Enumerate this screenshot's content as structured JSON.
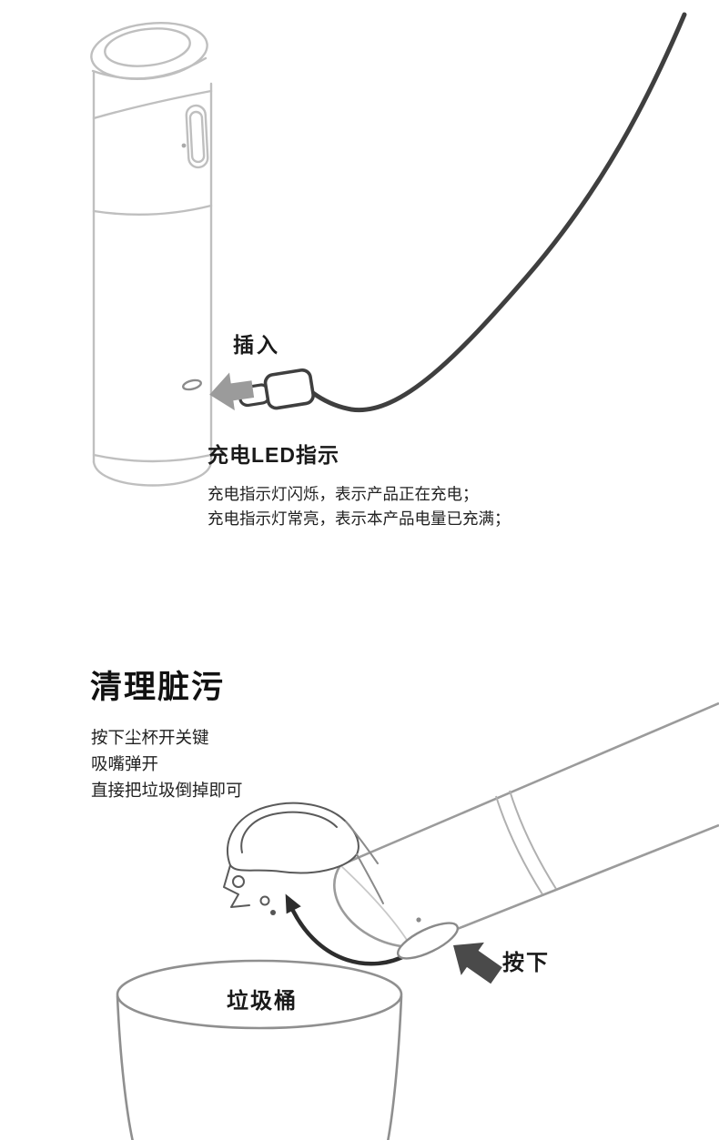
{
  "charging_section": {
    "insert_label": "插入",
    "led_heading": "充电LED指示",
    "led_lines": [
      "充电指示灯闪烁，表示产品正在充电；",
      "充电指示灯常亮，表示本产品电量已充满；"
    ]
  },
  "cleaning_section": {
    "heading": "清理脏污",
    "steps": [
      "按下尘杯开关键",
      "吸嘴弹开",
      "直接把垃圾倒掉即可"
    ],
    "press_label": "按下",
    "bin_label": "垃圾桶"
  },
  "icons": {
    "insert_arrow": "arrow-left",
    "press_arrow": "arrow-up-left",
    "flip_open_arrow": "curved-rotation-arrow"
  },
  "colors": {
    "background": "#ffffff",
    "text": "#1a1a1a",
    "line_art_light": "#bfbfbf",
    "line_art_mid": "#9b9b9b",
    "cable": "#3f3f3f",
    "insert_arrow": "#9b9b9b",
    "press_arrow": "#4a4a4a"
  }
}
